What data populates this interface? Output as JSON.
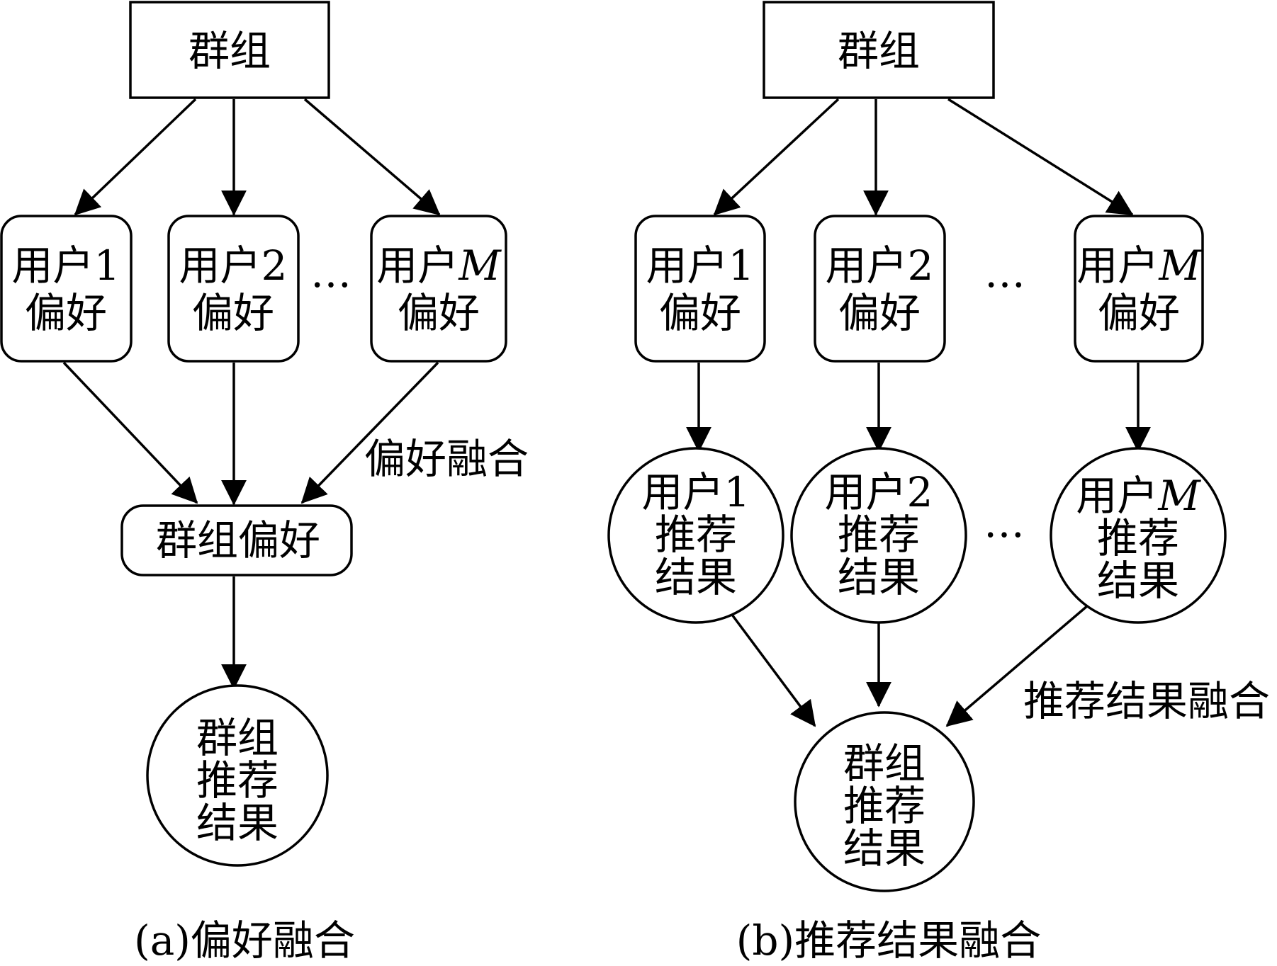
{
  "diagram_a": {
    "caption": "(a)偏好融合",
    "group": "群组",
    "user1": {
      "line1": "用户1",
      "line2": "偏好"
    },
    "user2": {
      "line1": "用户2",
      "line2": "偏好"
    },
    "ellipsis": "…",
    "userM": {
      "line1_prefix": "用户",
      "line1_var": "M",
      "line2": "偏好"
    },
    "fusion_label": "偏好融合",
    "group_pref": "群组偏好",
    "result": {
      "line1": "群组",
      "line2": "推荐",
      "line3": "结果"
    }
  },
  "diagram_b": {
    "caption": "(b)推荐结果融合",
    "group": "群组",
    "pref1": {
      "line1": "用户1",
      "line2": "偏好"
    },
    "pref2": {
      "line1": "用户2",
      "line2": "偏好"
    },
    "prefM": {
      "line1_prefix": "用户",
      "line1_var": "M",
      "line2": "偏好"
    },
    "ellipsis_top": "…",
    "rec1": {
      "line1": "用户1",
      "line2": "推荐",
      "line3": "结果"
    },
    "rec2": {
      "line1": "用户2",
      "line2": "推荐",
      "line3": "结果"
    },
    "recM": {
      "line1_prefix": "用户",
      "line1_var": "M",
      "line2": "推荐",
      "line3": "结果"
    },
    "ellipsis_mid": "…",
    "fusion_label": "推荐结果融合",
    "result": {
      "line1": "群组",
      "line2": "推荐",
      "line3": "结果"
    }
  }
}
